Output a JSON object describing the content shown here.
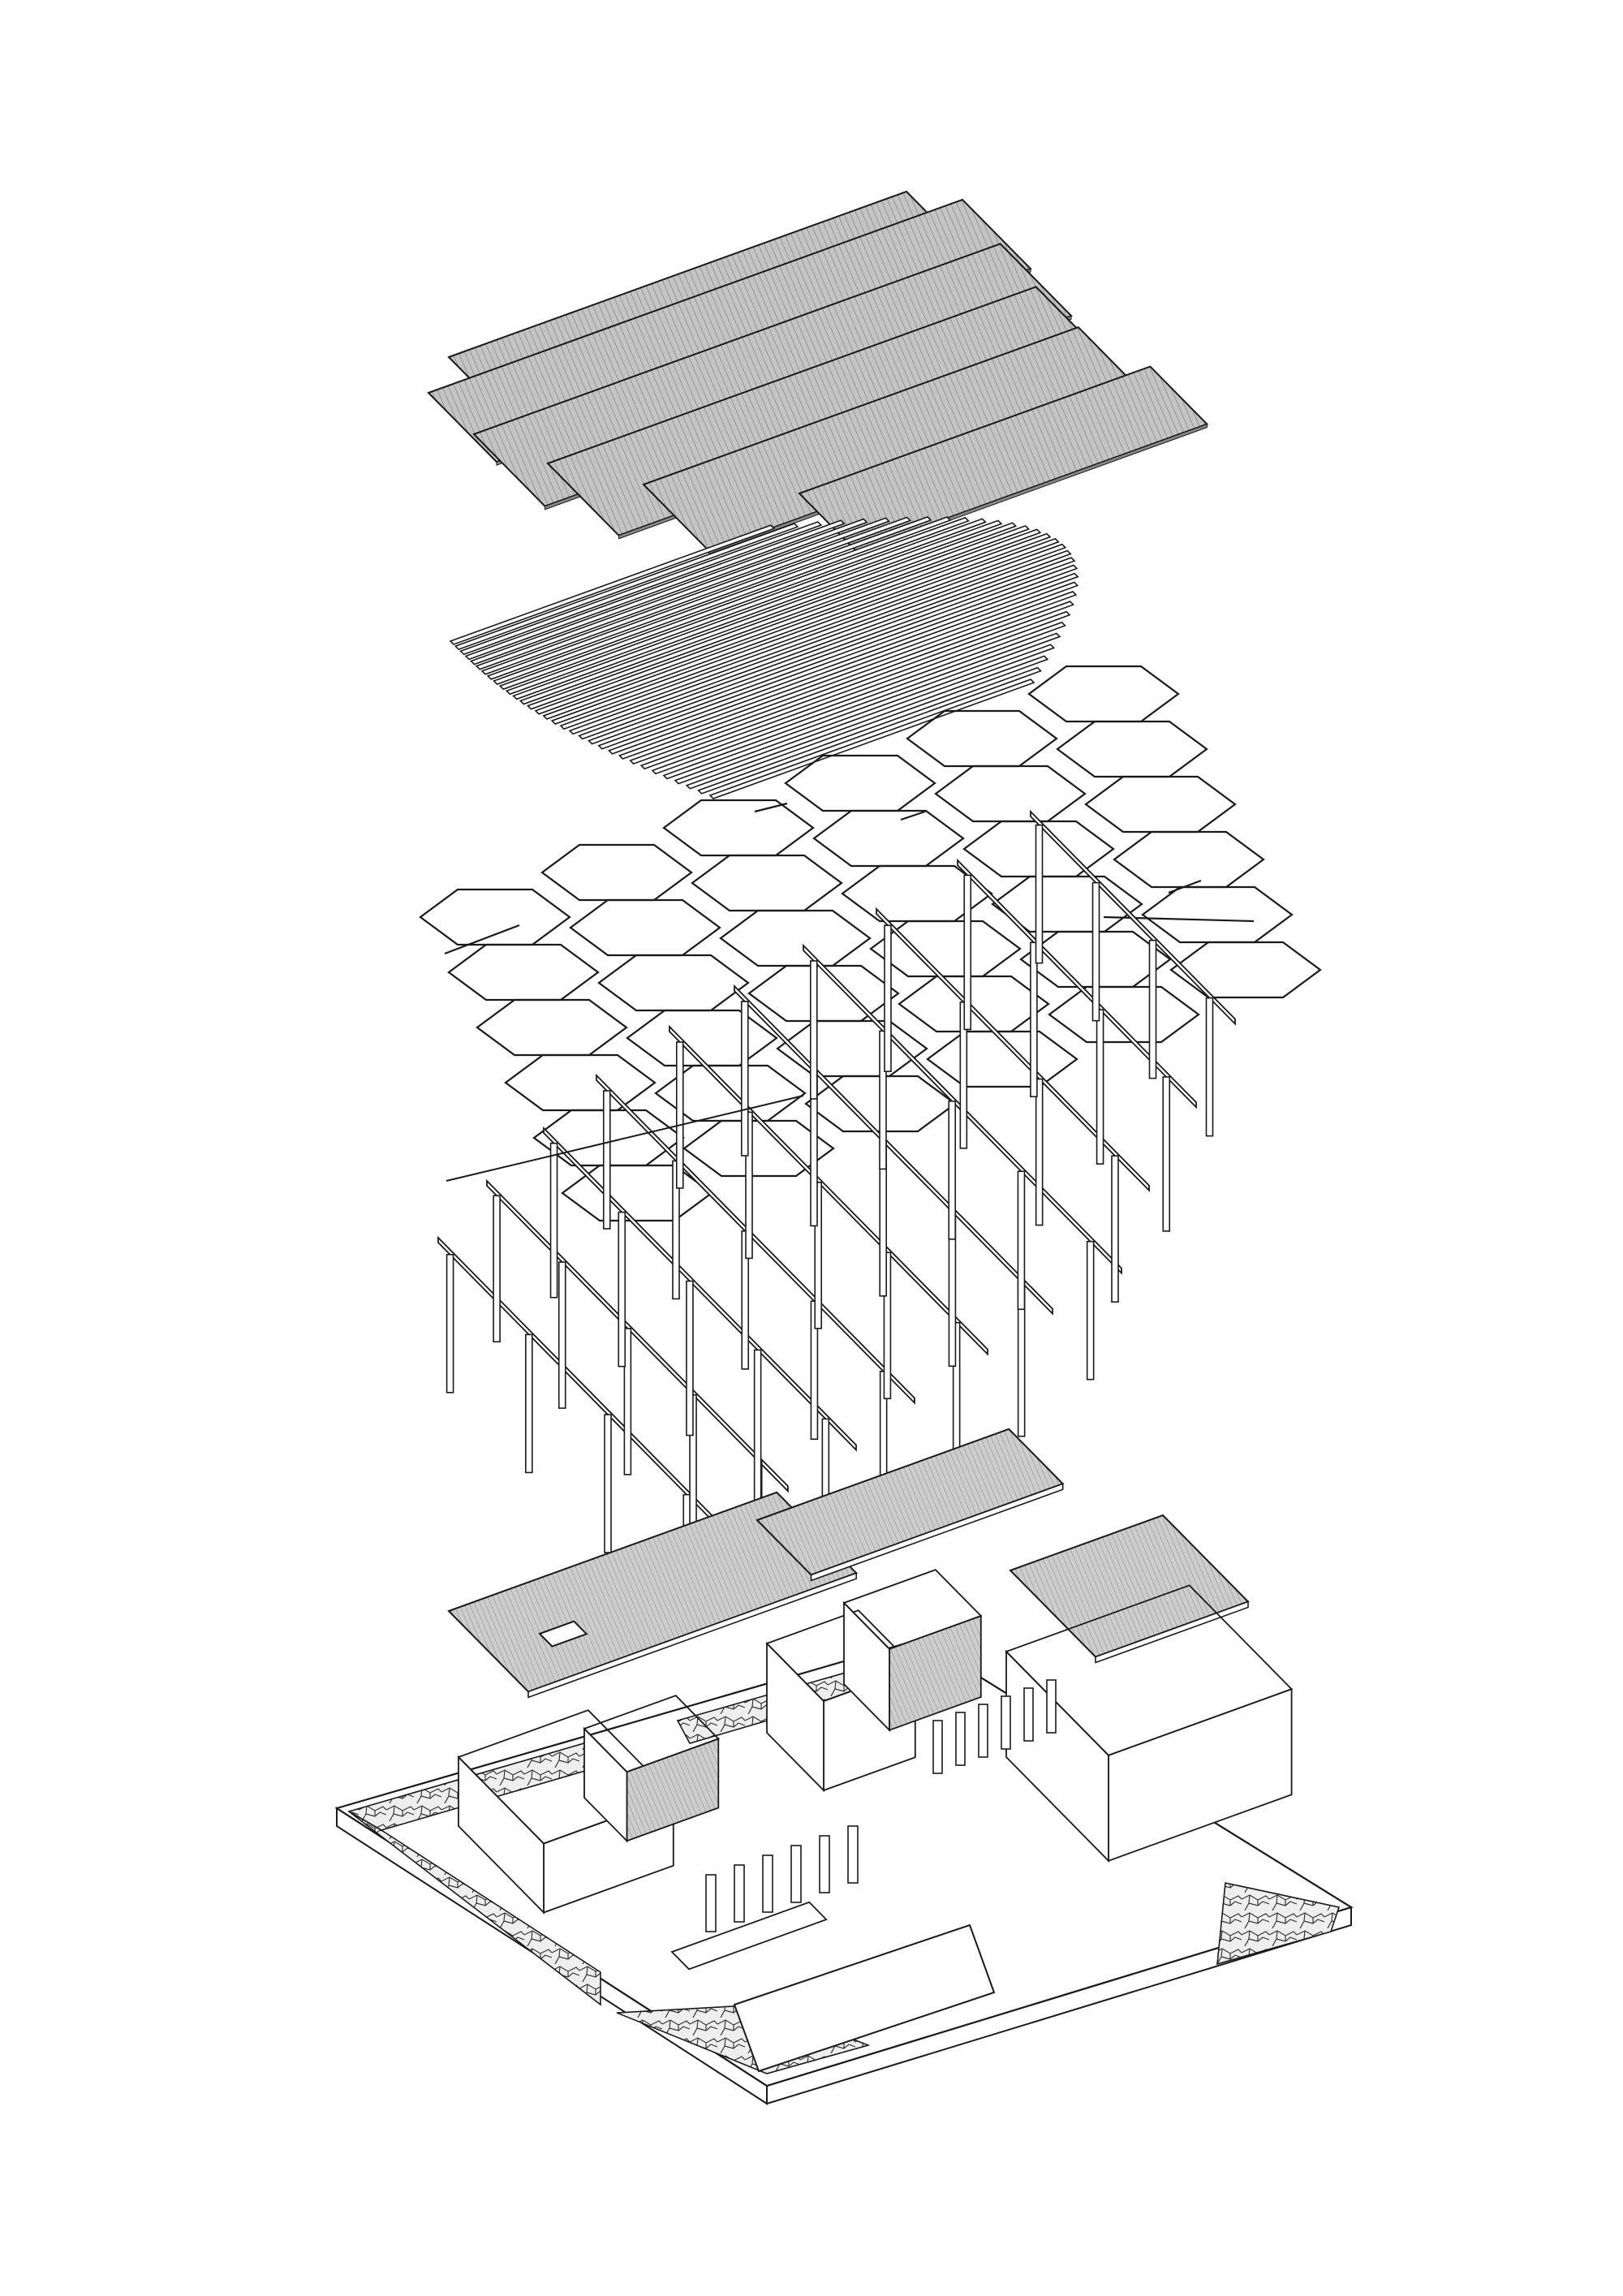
{
  "diagram": {
    "type": "exploded-axonometric",
    "colors": {
      "line": "#1a1a1a",
      "panel_fill": "#c4c4c4",
      "panel_hatch": "#8a8a8a",
      "member_fill": "#ffffff",
      "ground_fill": "#ffffff",
      "stone_fill": "#e6e6e6",
      "background": "#ffffff"
    },
    "layers": [
      {
        "id": "roof-sheets",
        "kind": "corrugated-roof-panels",
        "count": 6
      },
      {
        "id": "purlins",
        "kind": "linear-timber-purlins",
        "count": 32
      },
      {
        "id": "lattice",
        "kind": "hexagonal-beam-grid"
      },
      {
        "id": "frames",
        "kind": "post-and-beam-frames",
        "count": 10
      },
      {
        "id": "mezzanine",
        "kind": "floor-slab-panels",
        "count": 3
      },
      {
        "id": "ground",
        "kind": "ground-floor-plan-with-walls"
      }
    ]
  }
}
